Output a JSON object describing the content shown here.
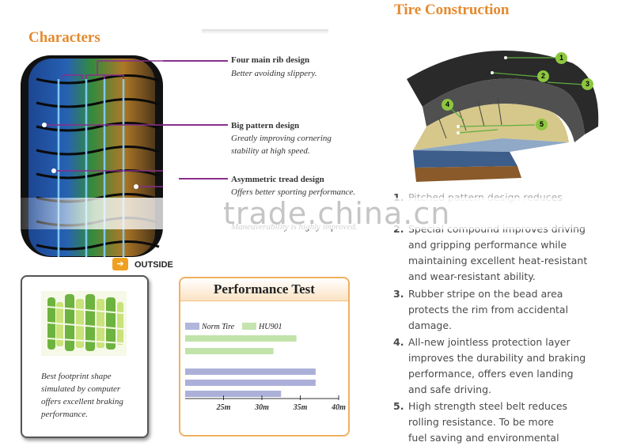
{
  "left_heading": "Characters",
  "right_heading": "Tire Construction",
  "features": [
    {
      "title": "Four main rib design",
      "desc": [
        "Better avoiding slippery."
      ]
    },
    {
      "title": "Big pattern design",
      "desc": [
        "Greatly improving cornering",
        "stability at high speed."
      ]
    },
    {
      "title": "Asymmetric tread design",
      "desc": [
        "Offers better sporting performance.",
        "Maneuverability is highly improved."
      ]
    }
  ],
  "outside_label": "OUTSIDE",
  "footprint_caption": [
    "Best footprint shape",
    "simulated by computer",
    "offers excellent  braking",
    "performance."
  ],
  "construction_markers": [
    "1",
    "2",
    "3",
    "4",
    "5"
  ],
  "construction_list": [
    {
      "num": "1.",
      "lines": [
        "Pitched pattern design reduces"
      ]
    },
    {
      "num": "2.",
      "lines": [
        "Special compound improves driving",
        "and gripping performance while",
        "maintaining excellent heat-resistant",
        "and wear-resistant ability."
      ]
    },
    {
      "num": "3.",
      "lines": [
        "Rubber stripe on the bead area",
        "protects the rim from accidental",
        "damage."
      ]
    },
    {
      "num": "4.",
      "lines": [
        "All-new jointless protection layer",
        "improves the durability and braking",
        "performance, offers even landing",
        "and safe driving."
      ]
    },
    {
      "num": "5.",
      "lines": [
        "High strength steel belt reduces",
        "rolling resistance.  To be more",
        "fuel saving and environmental"
      ]
    }
  ],
  "watermark": "trade.china.cn",
  "chart_data": {
    "type": "bar",
    "orientation": "horizontal",
    "title": "Performance Test",
    "legend": [
      "Norm Tire",
      "HU901"
    ],
    "x_ticks": [
      "25m",
      "30m",
      "35m",
      "40m"
    ],
    "x_tick_values": [
      25,
      30,
      35,
      40
    ],
    "xlim": [
      20,
      40
    ],
    "series": [
      {
        "name": "Norm Tire",
        "values": [
          37,
          37,
          32.5
        ]
      },
      {
        "name": "HU901",
        "values": [
          34.5,
          31.5
        ]
      }
    ],
    "colors": {
      "Norm Tire": "#7f86c4",
      "HU901": "#9fd27a"
    }
  }
}
